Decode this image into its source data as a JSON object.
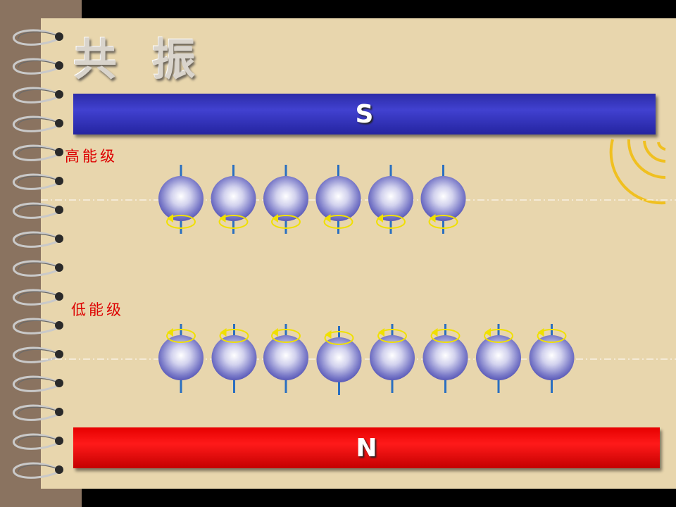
{
  "title": "共 振",
  "magnets": {
    "top_label": "S",
    "bottom_label": "N"
  },
  "levels": {
    "high_label": "高能级",
    "low_label": "低能级",
    "high_count": 6,
    "low_count": 8
  },
  "colors": {
    "paper": "#e8d6ad",
    "frame": "#8a7360",
    "magnet_s": "#3333bb",
    "magnet_n": "#ee0000",
    "label_red": "#dd0000",
    "precession": "#f0e000",
    "axis": "#2a6fc0",
    "rf_wave": "#f0c020"
  },
  "icons": {
    "spiral_binding": "spiral-ring-icon",
    "rf_wave": "radio-wave-icon",
    "nucleus": "spinning-sphere-icon"
  }
}
